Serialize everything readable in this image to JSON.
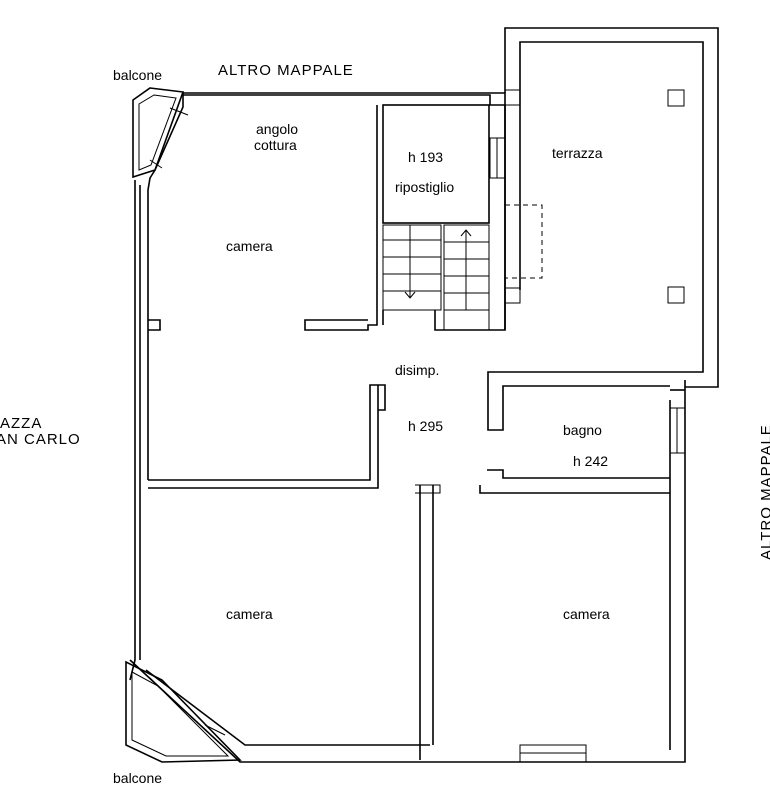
{
  "plan": {
    "rooms": {
      "angolo_cottura_1": "angolo",
      "angolo_cottura_2": "cottura",
      "camera_top": "camera",
      "ripostiglio": "ripostiglio",
      "h_ripostiglio": "h 193",
      "terrazza": "terrazza",
      "disimp": "disimp.",
      "h_disimp": "h 295",
      "bagno": "bagno",
      "h_bagno": "h 242",
      "camera_bottom_left": "camera",
      "camera_bottom_right": "camera"
    },
    "surroundings": {
      "altro_mappale_top": "ALTRO MAPPALE",
      "altro_mappale_right": "ALTRO MAPPALE",
      "piazza_line1": "AZZA",
      "piazza_line2": "AN CARLO",
      "balcone_top": "balcone",
      "balcone_bottom": "balcone"
    }
  }
}
